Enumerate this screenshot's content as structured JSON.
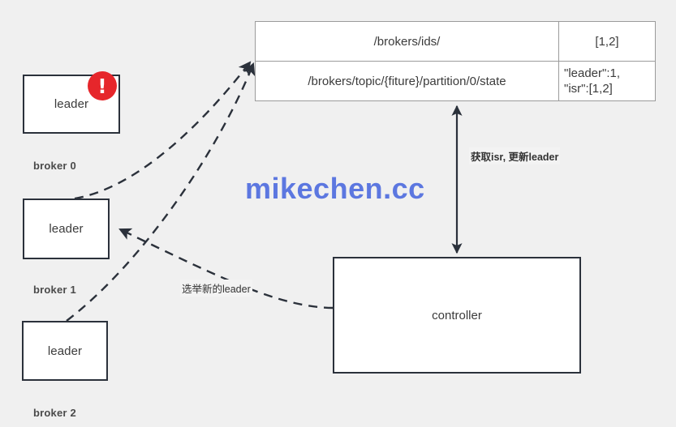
{
  "diagram": {
    "title": "Kafka controller leader election",
    "background_color": "#f0f0f0",
    "watermark": "mikechen.cc",
    "watermark_color": "#5c77e0"
  },
  "brokers": [
    {
      "caption": "broker 0",
      "node_label": "leader",
      "alert": true,
      "alert_glyph": "!",
      "alert_color": "#e6262b"
    },
    {
      "caption": "broker 1",
      "node_label": "leader",
      "alert": false,
      "alert_glyph": "",
      "alert_color": ""
    },
    {
      "caption": "broker 2",
      "node_label": "leader",
      "alert": false,
      "alert_glyph": "",
      "alert_color": ""
    }
  ],
  "zookeeper_table": {
    "rows": [
      {
        "path": "/brokers/ids/",
        "value": "[1,2]"
      },
      {
        "path": "/brokers/topic/{fiture}/partition/0/state",
        "value_line1": "\"leader\":1,",
        "value_line2": "\"isr\":[1,2]"
      }
    ]
  },
  "controller": {
    "node_label": "controller"
  },
  "edges": {
    "fetch_isr_update_leader": "获取isr, 更新leader",
    "elect_new_leader": "选举新的leader"
  }
}
